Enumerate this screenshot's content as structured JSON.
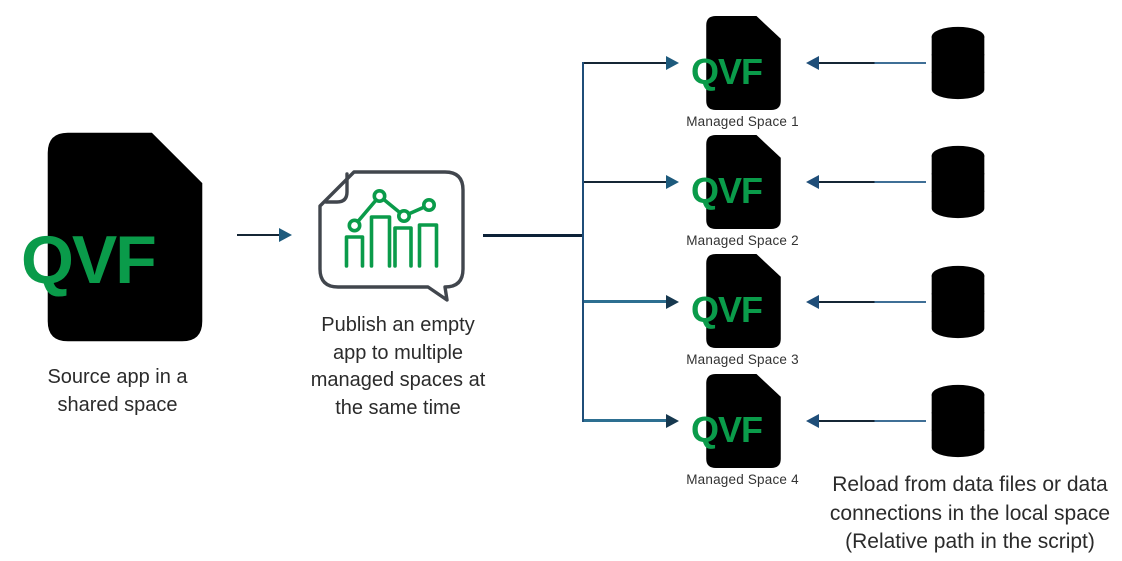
{
  "colors": {
    "green": "#0a9b4a",
    "charcoal": "#41464d",
    "navy": "#1f4e79",
    "dark_navy": "#0c2137",
    "ink_line": "#152635",
    "teal": "#2d6f91",
    "steel_blue": "#3f6f96",
    "arrowhead_teal": "#1d5a7c",
    "arrowhead_navy": "#16384f",
    "db_stroke": "#1c2733",
    "text": "#2b2b2b"
  },
  "source": {
    "file_label": "QVF",
    "caption": "Source app in a\nshared space"
  },
  "publish": {
    "caption": "Publish an empty\napp to multiple\nmanaged spaces at\nthe same time"
  },
  "managed_spaces": [
    {
      "file_label": "QVF",
      "caption": "Managed Space 1"
    },
    {
      "file_label": "QVF",
      "caption": "Managed Space 2"
    },
    {
      "file_label": "QVF",
      "caption": "Managed Space 3"
    },
    {
      "file_label": "QVF",
      "caption": "Managed Space 4"
    }
  ],
  "reload": {
    "caption": "Reload from data files or data\nconnections in the local space\n(Relative path in the script)"
  }
}
